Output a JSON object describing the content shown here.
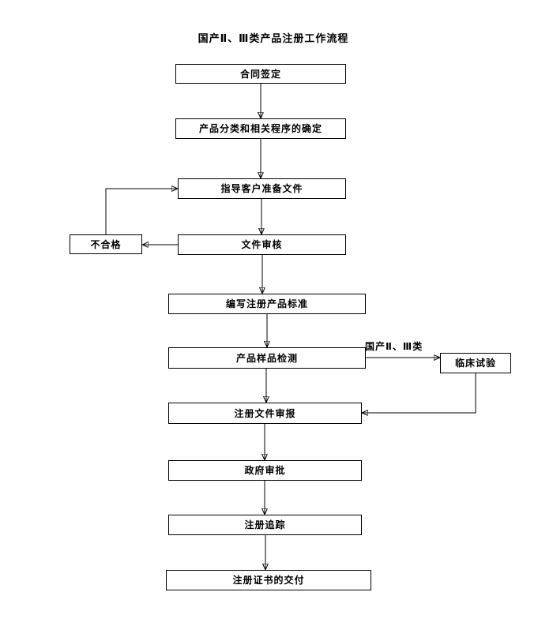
{
  "page": {
    "title": "国产Ⅱ、Ⅲ类产品注册工作流程"
  },
  "flowchart": {
    "nodes": {
      "contract": "合同签定",
      "classification": "产品分类和相关程序的确定",
      "guide_docs": "指导客户准备文件",
      "doc_review": "文件审核",
      "unqualified": "不合格",
      "write_standard": "编写注册产品标准",
      "sample_test": "产品样品检测",
      "clinical_trial": "临床试验",
      "doc_submission": "注册文件审报",
      "gov_approval": "政府审批",
      "reg_tracking": "注册追踪",
      "cert_delivery": "注册证书的交付"
    },
    "edge_labels": {
      "domestic_class": "国产Ⅱ、Ⅲ类"
    }
  }
}
